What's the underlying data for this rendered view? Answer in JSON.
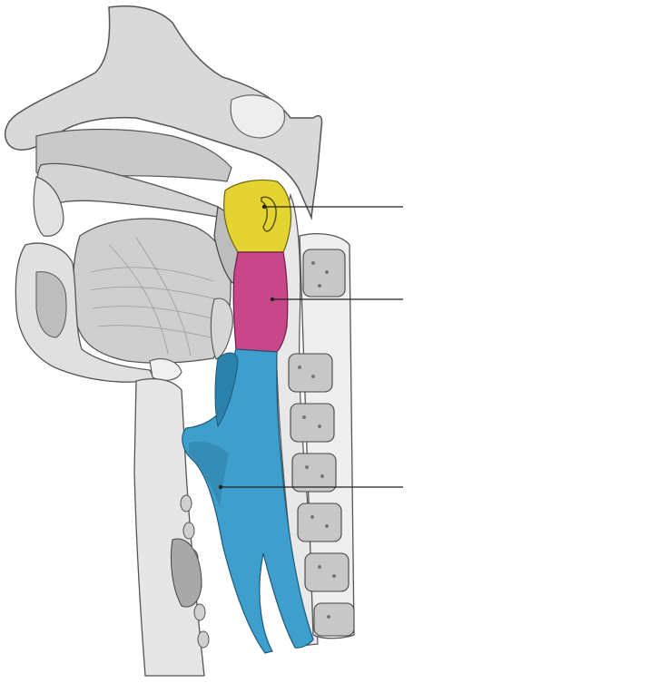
{
  "figure": {
    "background": "#ffffff",
    "regions": [
      {
        "name": "nasopharynx",
        "color": "#e3d431"
      },
      {
        "name": "oropharynx",
        "color": "#c8468a"
      },
      {
        "name": "laryngopharynx",
        "color": "#3f9fcc"
      }
    ],
    "labels": [
      {
        "name": "leader-nasopharynx",
        "text": ""
      },
      {
        "name": "leader-oropharynx",
        "text": ""
      },
      {
        "name": "leader-laryngopharynx",
        "text": ""
      }
    ]
  }
}
